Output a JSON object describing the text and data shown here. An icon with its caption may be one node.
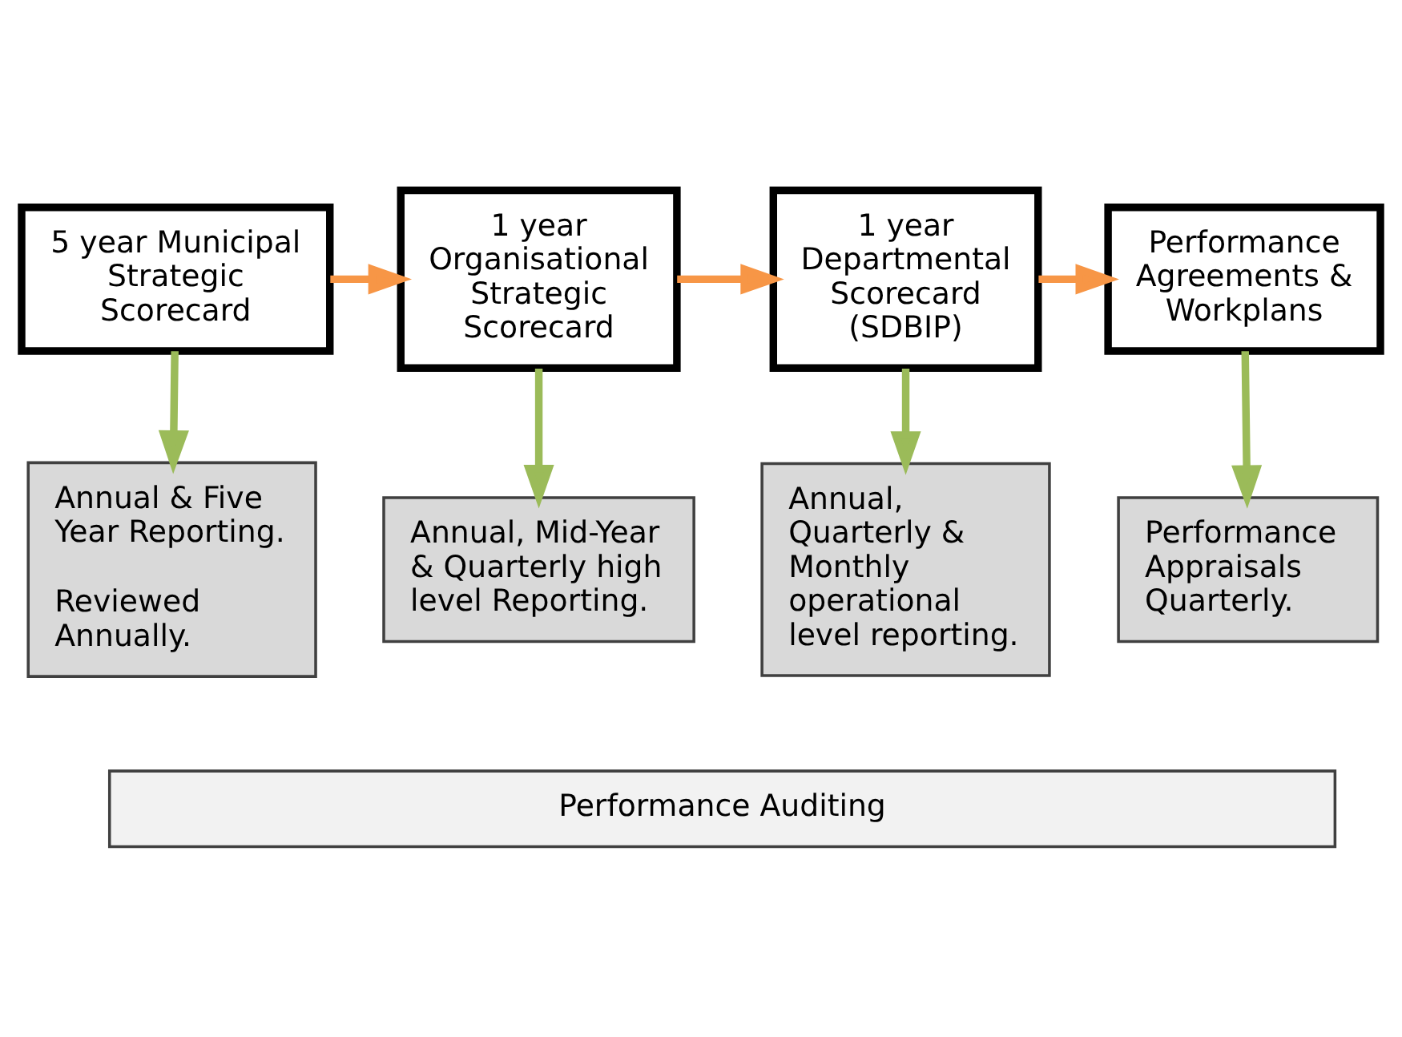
{
  "diagram": {
    "nodes": [
      {
        "text": [
          "5 year Municipal Strategic Scorecard"
        ]
      },
      {
        "text": [
          "1 year Organisational Strategic Scorecard"
        ]
      },
      {
        "text": [
          "1 year Departmental Scorecard (SDBIP)"
        ]
      },
      {
        "text": [
          "Performance Agreements & Workplans"
        ]
      },
      {
        "text": [
          "Annual & Five Year Reporting.",
          "Reviewed Annually."
        ]
      },
      {
        "text": [
          "Annual, Mid-Year & Quarterly high level Reporting."
        ]
      },
      {
        "text": [
          "Annual, Quarterly & Monthly operational level reporting."
        ]
      },
      {
        "text": [
          "Performance Appraisals Quarterly."
        ]
      },
      {
        "text": [
          "Performance Auditing"
        ]
      }
    ],
    "edges": [
      {
        "from": 0,
        "to": 4,
        "arrow": "to"
      },
      {
        "from": 1,
        "to": 5,
        "arrow": "to"
      },
      {
        "from": 2,
        "to": 6,
        "arrow": "to"
      },
      {
        "from": 3,
        "to": 7,
        "arrow": "to"
      },
      {
        "from": 0,
        "to": 1,
        "arrow": "to",
        "color": "#f79646"
      },
      {
        "from": 1,
        "to": 2,
        "arrow": "to",
        "color": "#f79646"
      },
      {
        "from": 2,
        "to": 3,
        "arrow": "to",
        "color": "#f79646"
      }
    ]
  }
}
